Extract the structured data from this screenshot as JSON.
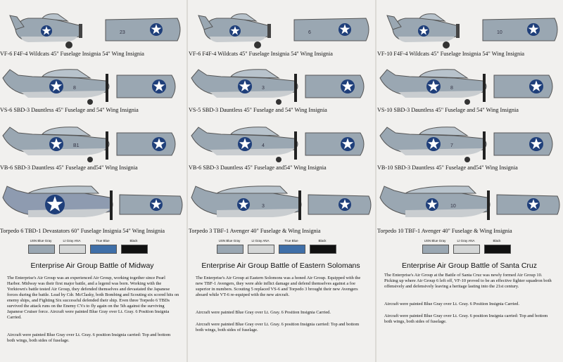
{
  "columns": [
    {
      "rows": [
        {
          "caption": "VF-6  F4F-4 Wildcats 45\" Fuselage Insignia 54\" Wing Insignia",
          "marking": "23"
        },
        {
          "caption": "VS-6  SBD-3 Dauntless 45\" Fuselage and 54\" Wing Insignia",
          "marking": "8"
        },
        {
          "caption": "VB-6  SBD-3 Dauntless 45\" Fuselage and54\" Wing Insignia",
          "marking": "B1"
        },
        {
          "caption": "Torpedo 6 TBD-1 Devastators 60\" Fuselage Insignia 54\" Wing Insignia",
          "marking": ""
        }
      ],
      "swatches": [
        {
          "label": "USN Blue Gray",
          "color": "#9aa7b2"
        },
        {
          "label": "Lt Gray ANA",
          "color": "#d4d6d6"
        },
        {
          "label": "True Blue",
          "color": "#3f6fa8"
        },
        {
          "label": "Black",
          "color": "#111111"
        }
      ],
      "title": "Enterprise Air Group Battle of Midway",
      "paragraphs": [
        "The Enterprise's Air Group was an experienced Air Group, working together since Pearl Harbor. Midway was their first major battle, and a legend was born. Working with the Yorktown's battle tested Air Group, they defended themselves and devastated the Japanese forces during the battle. Lead by Cdr. McClasky, both Bombing and Scouting six scored hits on enemy ships, and Fighting Six successful defended their ship. Even three Torpedo 6 TBDs survived the attack runs on the Enemy CVs to fly again on the 5th against the surviving Japanese Cruiser force. Aircraft were painted Blue Gray over Lt. Gray. 6 Position Insignia Carried.",
        "Aircraft were painted Blue Gray over Lt. Gray.  6 position Insignia carried: Top and bottom both wings, both sides of fuselage."
      ]
    },
    {
      "rows": [
        {
          "caption": "VF-6  F4F-4 Wildcats 45\" Fuselage Insignia 54\" Wing Insignia",
          "marking": "6"
        },
        {
          "caption": "VS-5  SBD-3 Dauntless 45\" Fuselage and 54\" Wing Insignia",
          "marking": "3"
        },
        {
          "caption": "VB-6  SBD-3 Dauntless 45\" Fuselage and54\" Wing Insignia",
          "marking": "4"
        },
        {
          "caption": "Torpedo 3 TBF-1 Avenger 40\" Fuselage & Wing Insignia",
          "marking": "3"
        }
      ],
      "swatches": [
        {
          "label": "USN Blue Gray",
          "color": "#9aa7b2"
        },
        {
          "label": "Lt Gray ANA",
          "color": "#d4d6d6"
        },
        {
          "label": "True Blue",
          "color": "#3f6fa8"
        },
        {
          "label": "Black",
          "color": "#111111"
        }
      ],
      "title": "Enterprise Air Group Battle of Eastern Solomans",
      "paragraphs": [
        "The Enterprise's Air Group at  Eastern Solomons was a honed Air Group. Equipped with the new TBF-1 Avengers, they were able inflict damage and defend themselves against a foe superior in numbers. Scouting 5 replaced VS-6 and Torpedo 3 brought their new Avengers aboard while VT-6 re-equiped with the new aircraft.",
        "Aircraft were painted Blue Gray over Lt. Gray. 6 Position Insignia Carried.",
        "Aircraft were painted Blue Gray over Lt. Gray.  6 position Insignia carried: Top and bottom both wings, both sides of fuselage."
      ]
    },
    {
      "rows": [
        {
          "caption": "VF-10 F4F-4 Wildcats 45\" Fuselage Insignia 54\" Wing Insignia",
          "marking": "10"
        },
        {
          "caption": "VS-10  SBD-3 Dauntless 45\" Fuselage and 54\" Wing Insignia",
          "marking": "8"
        },
        {
          "caption": "VB-10  SBD-3 Dauntless 45\" Fuselage and54\" Wing Insignia",
          "marking": "7"
        },
        {
          "caption": "Torpedo 10 TBF-1 Avenger 40\" Fuselage & Wing Insignia",
          "marking": "10"
        }
      ],
      "swatches": [
        {
          "label": "USN Blue Gray",
          "color": "#9aa7b2"
        },
        {
          "label": "Lt Gray ANA",
          "color": "#d4d6d6"
        },
        {
          "label": "Black",
          "color": "#111111"
        }
      ],
      "title": "Enterprise Air Group Battle of Santa Cruz",
      "paragraphs": [
        "The Enterprise's Air Group at the Battle of Santa Cruz was newly formed Air Group 10. Picking up where Air Group 6 left off, VF-10 proved to be an effective fighter squadron both offensively and defensively leaving a heritage lasting into the 21st century.",
        "Aircraft were painted Blue Gray over Lt. Gray. 6 Position Insignia Carried.",
        "Aircraft were painted Blue Gray over Lt. Gray.  6 position Insignia carried: Top and bottom both wings, both sides of fuselage."
      ]
    }
  ]
}
